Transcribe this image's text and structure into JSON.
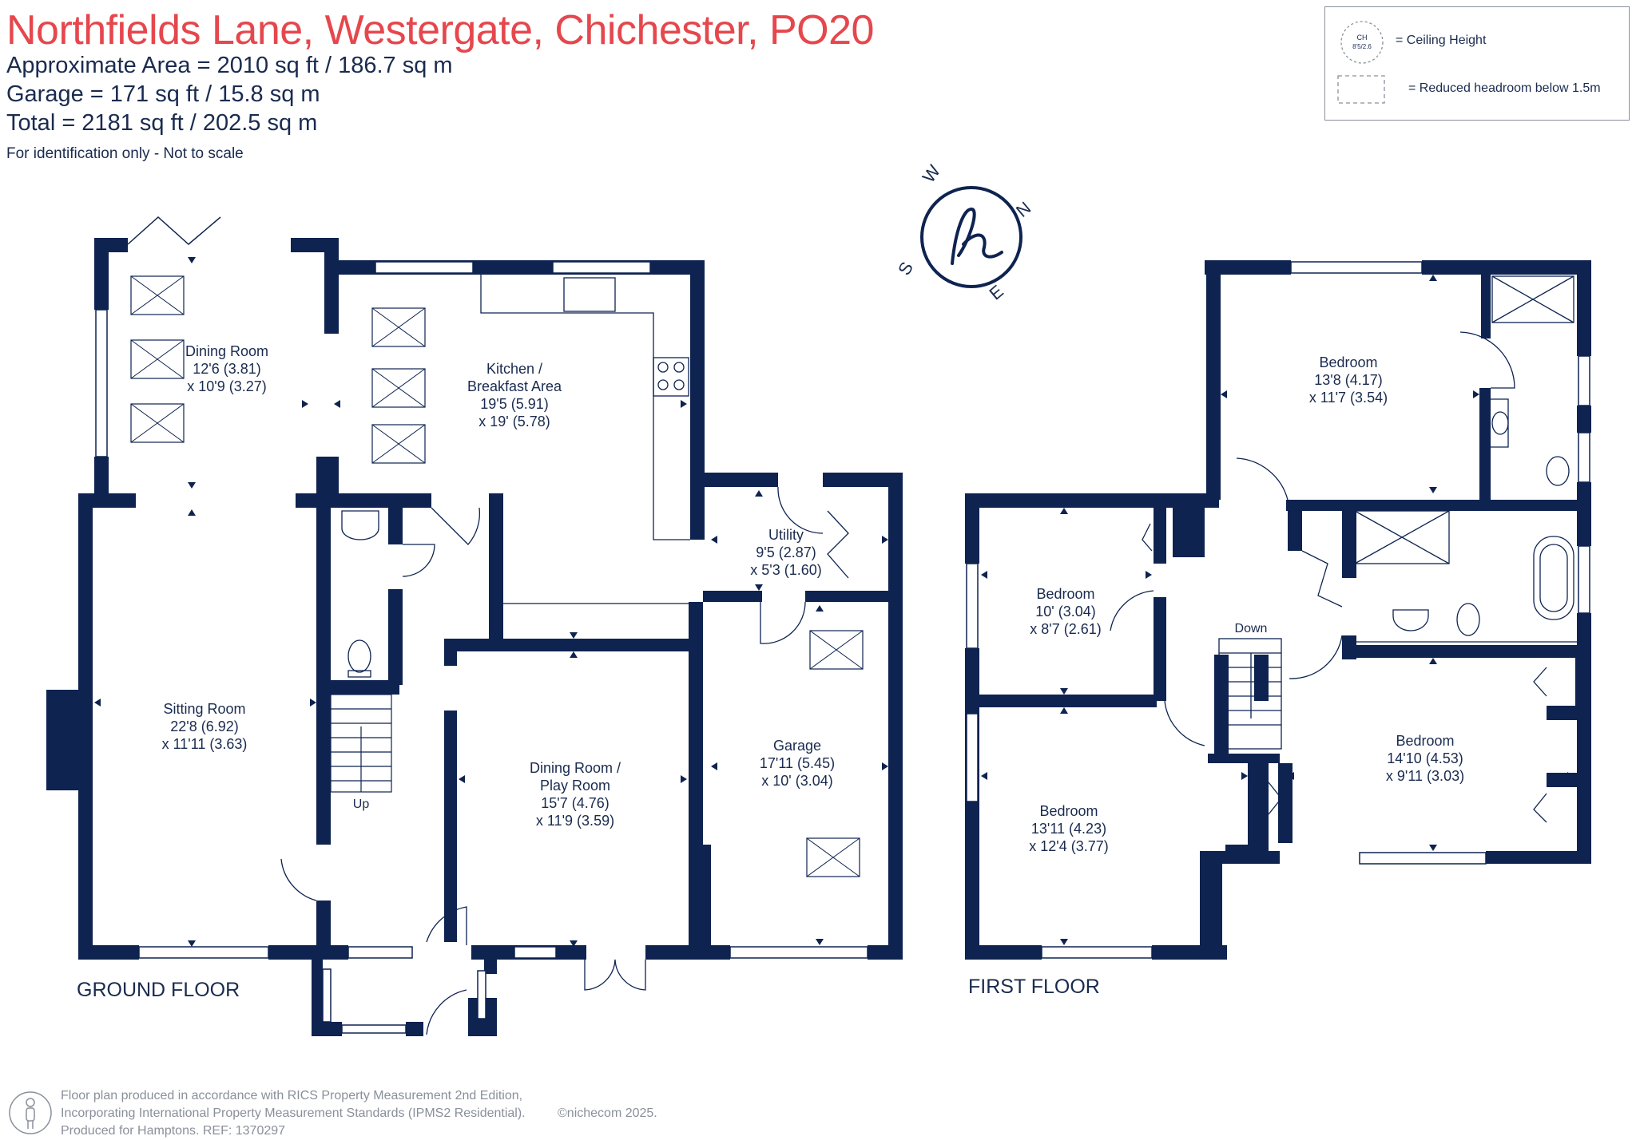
{
  "header": {
    "title": "Northfields Lane, Westergate, Chichester, PO20",
    "area_line": "Approximate Area = 2010 sq ft / 186.7 sq m",
    "garage_line": "Garage = 171 sq ft / 15.8 sq m",
    "total_line": "Total = 2181 sq ft / 202.5 sq m",
    "note": "For identification only - Not to scale"
  },
  "legend": {
    "ceiling_symbol_top": "CH",
    "ceiling_symbol_bottom": "8'5/2.6",
    "ceiling_label": "= Ceiling Height",
    "headroom_label": "= Reduced headroom below 1.5m"
  },
  "compass": {
    "w": "W",
    "n": "N",
    "s": "S",
    "e": "E",
    "logo_glyph": "h"
  },
  "ground_floor": {
    "label": "GROUND FLOOR",
    "rooms": [
      {
        "name": "Dining Room",
        "dim1": "12'6 (3.81)",
        "dim2": "x 10'9 (3.27)"
      },
      {
        "name": "Kitchen /",
        "name2": "Breakfast Area",
        "dim1": "19'5 (5.91)",
        "dim2": "x 19' (5.78)"
      },
      {
        "name": "Utility",
        "dim1": "9'5 (2.87)",
        "dim2": "x 5'3 (1.60)"
      },
      {
        "name": "Sitting Room",
        "dim1": "22'8 (6.92)",
        "dim2": "x 11'11 (3.63)"
      },
      {
        "name": "Dining Room /",
        "name2": "Play Room",
        "dim1": "15'7 (4.76)",
        "dim2": "x 11'9 (3.59)"
      },
      {
        "name": "Garage",
        "dim1": "17'11 (5.45)",
        "dim2": "x 10' (3.04)"
      }
    ],
    "stairs": "Up"
  },
  "first_floor": {
    "label": "FIRST FLOOR",
    "rooms": [
      {
        "name": "Bedroom",
        "dim1": "13'8 (4.17)",
        "dim2": "x 11'7 (3.54)"
      },
      {
        "name": "Bedroom",
        "dim1": "10' (3.04)",
        "dim2": "x 8'7 (2.61)"
      },
      {
        "name": "Bedroom",
        "dim1": "14'10 (4.53)",
        "dim2": "x 9'11 (3.03)"
      },
      {
        "name": "Bedroom",
        "dim1": "13'11 (4.23)",
        "dim2": "x 12'4 (3.77)"
      }
    ],
    "stairs": "Down"
  },
  "footer": {
    "line1": "Floor plan produced in accordance with RICS Property Measurement 2nd Edition,",
    "line2": "Incorporating International Property Measurement Standards (IPMS2 Residential).",
    "line3": "Produced for Hamptons.   REF:  1370297",
    "copyright": "©nichecom 2025."
  },
  "colors": {
    "wall": "#0e2350",
    "title": "#e5474d",
    "text": "#1a2b4f",
    "grey": "#8a8f9a"
  }
}
